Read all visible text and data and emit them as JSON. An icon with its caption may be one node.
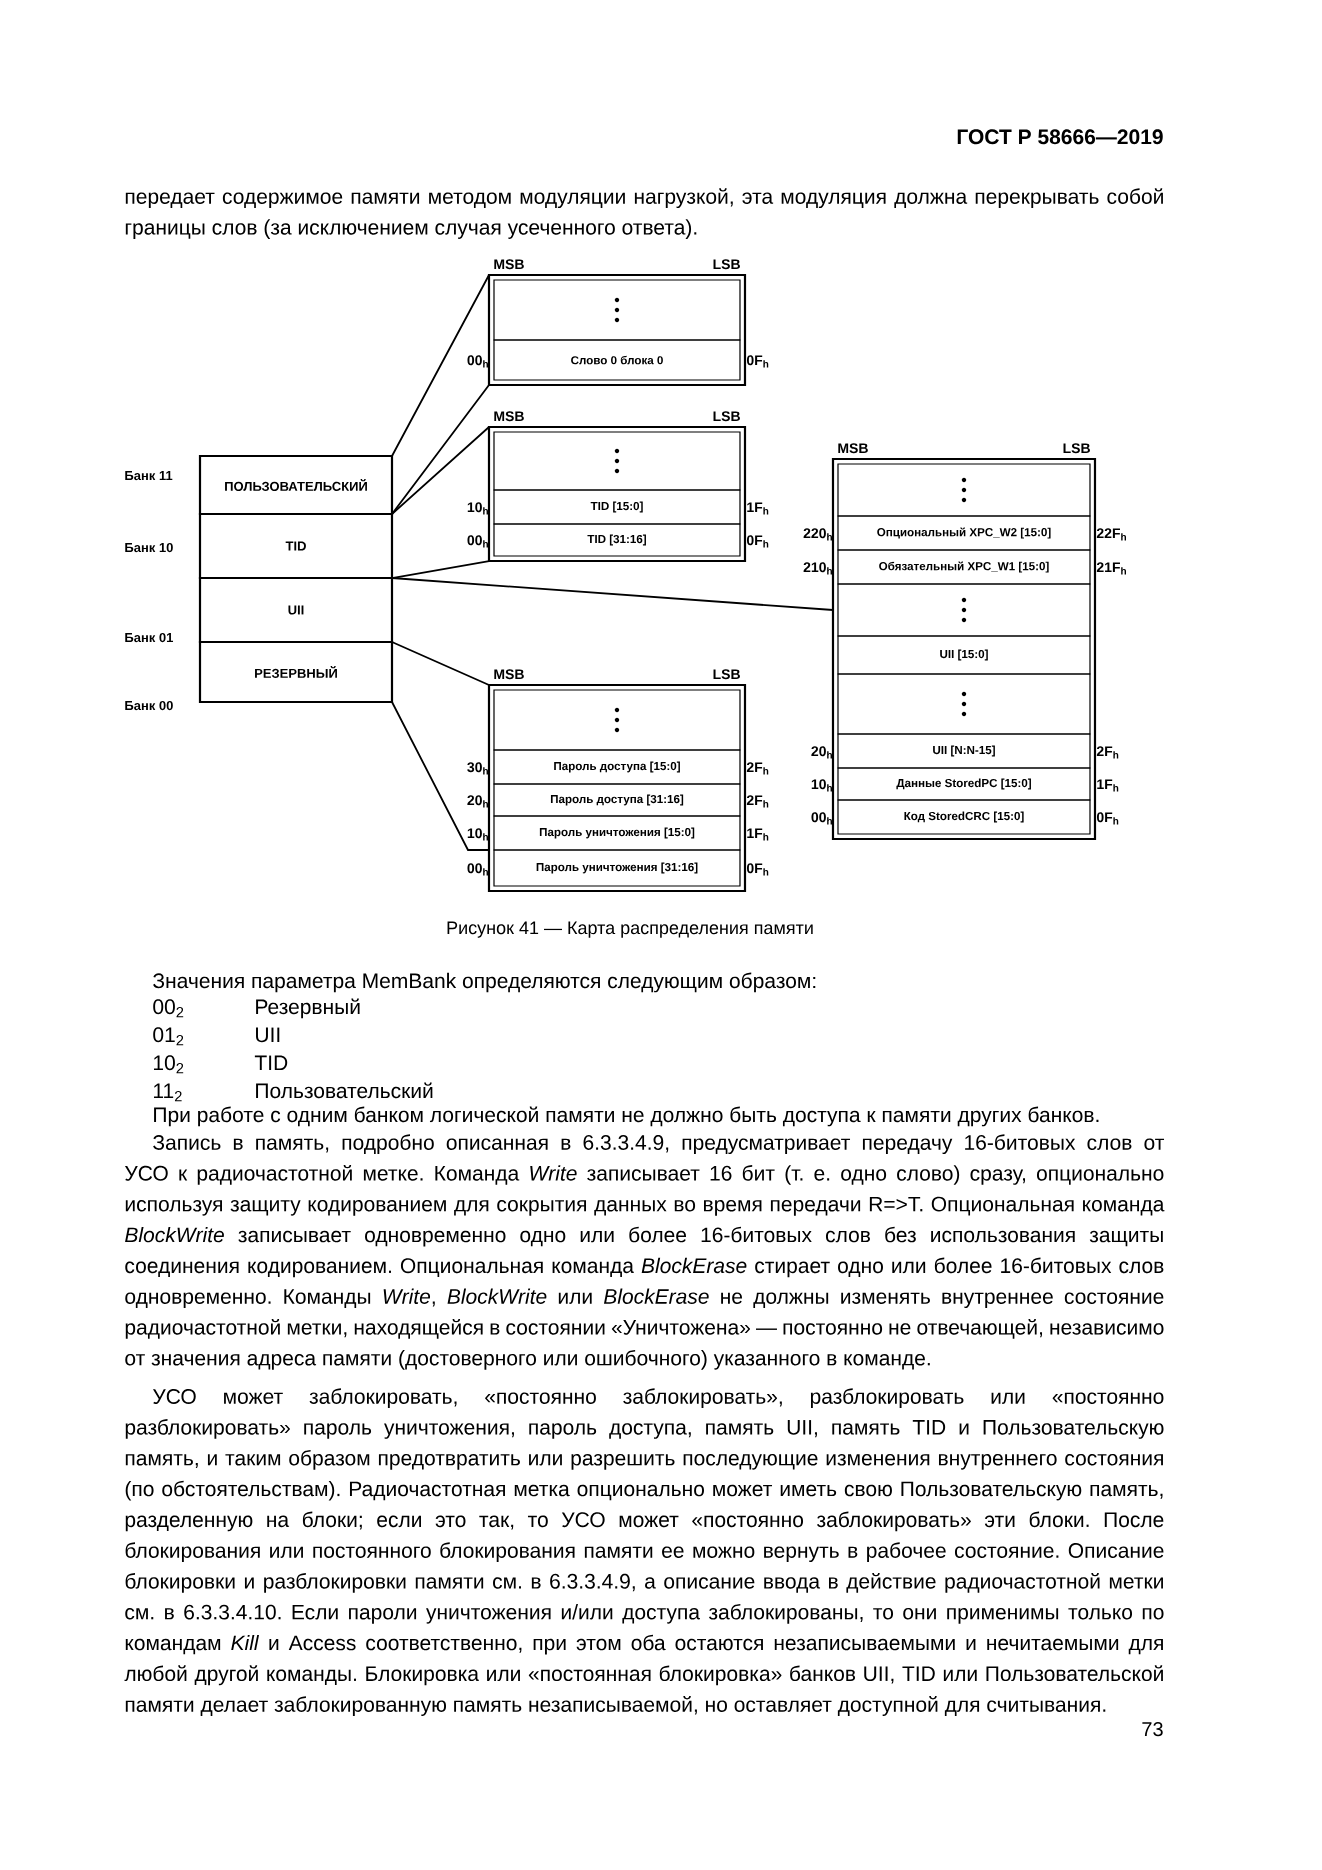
{
  "diagram": {
    "caption": "Рисунок 41 — Карта распределения памяти",
    "nodes": [
      {
        "text": [
          "ПОЛЬЗОВАТЕЛЬСКИЙ"
        ],
        "beside": [
          "Банк 11"
        ]
      },
      {
        "text": [
          "TID"
        ],
        "beside": [
          "Банк 10"
        ]
      },
      {
        "text": [
          "UII"
        ],
        "beside": [
          "Банк 01"
        ]
      },
      {
        "text": [
          "РЕЗЕРВНЫЙ"
        ],
        "beside": [
          "Банк 00"
        ]
      },
      {
        "text": [],
        "shape": "box",
        "beside": [
          "MSB",
          "LSB"
        ]
      },
      {
        "text": [],
        "shape": "box",
        "in": 4
      },
      {
        "text": [
          "Слово 0 блока 0"
        ],
        "in": 4,
        "beside": [
          "00$_{h}$",
          "0F$_{h}$"
        ]
      },
      {
        "text": [],
        "shape": "box",
        "beside": [
          "MSB",
          "LSB"
        ]
      },
      {
        "text": [],
        "shape": "box",
        "in": 7
      },
      {
        "text": [
          "TID [15:0]"
        ],
        "in": 7,
        "beside": [
          "10$_{h}$",
          "1F$_{h}$"
        ]
      },
      {
        "text": [
          "TID [31:16]"
        ],
        "in": 7,
        "beside": [
          "00$_{h}$",
          "0F$_{h}$"
        ]
      },
      {
        "text": [],
        "shape": "box",
        "beside": [
          "MSB",
          "LSB"
        ]
      },
      {
        "text": [],
        "shape": "box",
        "in": 11
      },
      {
        "text": [
          "Опциональный XPC_W2 [15:0]"
        ],
        "in": 11,
        "beside": [
          "220$_{h}$",
          "22F$_{h}$"
        ]
      },
      {
        "text": [
          "Обязательный XPC_W1 [15:0]"
        ],
        "in": 11,
        "beside": [
          "210$_{h}$",
          "21F$_{h}$"
        ]
      },
      {
        "text": [],
        "shape": "box",
        "in": 11
      },
      {
        "text": [
          "UII [15:0]"
        ],
        "in": 11
      },
      {
        "text": [],
        "shape": "box",
        "in": 11
      },
      {
        "text": [
          "UII [N:N-15]"
        ],
        "in": 11,
        "beside": [
          "20$_{h}$",
          "2F$_{h}$"
        ]
      },
      {
        "text": [
          "Данные StoredPC [15:0]"
        ],
        "in": 11,
        "beside": [
          "10$_{h}$",
          "1F$_{h}$"
        ]
      },
      {
        "text": [
          "Код StoredCRC [15:0]"
        ],
        "in": 11,
        "beside": [
          "00$_{h}$",
          "0F$_{h}$"
        ]
      },
      {
        "text": [],
        "shape": "box",
        "beside": [
          "MSB",
          "LSB"
        ]
      },
      {
        "text": [],
        "shape": "box",
        "in": 21
      },
      {
        "text": [
          "Пароль доступа [15:0]"
        ],
        "in": 21,
        "beside": [
          "30$_{h}$",
          "2F$_{h}$"
        ]
      },
      {
        "text": [
          "Пароль доступа [31:16]"
        ],
        "in": 21,
        "beside": [
          "20$_{h}$",
          "2F$_{h}$"
        ]
      },
      {
        "text": [
          "Пароль уничтожения [15:0]"
        ],
        "in": 21,
        "beside": [
          "10$_{h}$",
          "1F$_{h}$"
        ]
      },
      {
        "text": [
          "Пароль уничтожения [31:16]"
        ],
        "in": 21,
        "beside": [
          "00$_{h}$",
          "0F$_{h}$"
        ]
      }
    ],
    "edges": [
      {
        "from": 0,
        "to": 4,
        "arrow": "none"
      },
      {
        "from": 1,
        "to": 7,
        "arrow": "none"
      },
      {
        "from": 2,
        "to": 11,
        "arrow": "none"
      },
      {
        "from": 3,
        "to": 21,
        "arrow": "none"
      }
    ],
    "labels": [
      "ГОСТ Р 58666—2019",
      "передает содержимое памяти методом модуляции нагрузкой, эта модуляция должна перекрывать собой границы слов (за исключением случая усеченного ответа).",
      "Значения параметра MemBank определяются следующим образом:",
      "00$_{2}$",
      "Резервный",
      "01$_{2}$",
      "UII",
      "10$_{2}$",
      "TID",
      "11$_{2}$",
      "Пользовательский",
      "При работе с одним банком логической памяти не должно быть доступа к памяти других банков.",
      "Запись в память, подробно описанная в 6.3.3.4.9, предусматривает передачу 16-битовых слов от УСО к радиочастотной метке. Команда *Write* записывает 16 бит (т. е. одно слово) сразу, опционально используя защиту кодированием для сокрытия данных во время передачи R=>T. Опциональная команда *BlockWrite* записывает одновременно одно или более 16-битовых слов без использования защиты соединения кодированием. Опциональная команда *BlockErase* стирает одно или более 16-битовых слов одновременно. Команды *Write*, *BlockWrite* или *BlockErase* не должны изменять внутреннее состояние радиочастотной метки, находящейся в состоянии «Уничтожена» — постоянно не отвечающей, независимо от значения адреса памяти (достоверного или ошибочного) указанного в команде.",
      "УСО может заблокировать, «постоянно заблокировать», разблокировать или «постоянно разблокировать» пароль уничтожения, пароль доступа, память UII, память TID и Пользовательскую память, и таким образом предотвратить или разрешить последующие изменения внутреннего состояния (по обстоятельствам). Радиочастотная метка опционально может иметь свою Пользовательскую память, разделенную на блоки; если это так, то УСО может «постоянно заблокировать» эти блоки. После блокирования или постоянного блокирования памяти ее можно вернуть в рабочее состояние. Описание блокировки и разблокировки памяти см. в 6.3.3.4.9, а описание ввода в действие радиочастотной метки см. в 6.3.3.4.10. Если пароли уничтожения и/или доступа заблокированы, то они применимы только по командам *Kill* и Access соответственно, при этом оба остаются незаписываемыми и нечитаемыми для любой другой команды. Блокировка или «постоянная блокировка» банков UII, TID или Пользовательской памяти делает заблокированную память незаписываемой, но оставляет доступной для считывания.",
      "73"
    ]
  }
}
